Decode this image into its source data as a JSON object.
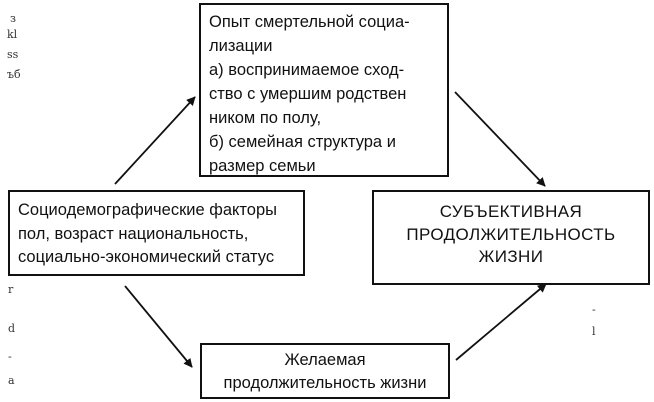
{
  "diagram": {
    "top_box": {
      "lines": [
        "Опыт смертельной социа-",
        "лизации",
        "а) воспринимаемое сход-",
        "ство с умершим родствен",
        "ником по полу,",
        "б) семейная структура и",
        "размер семьи"
      ]
    },
    "left_box": {
      "lines": [
        "Социодемографические факторы",
        "пол, возраст  национальность,",
        "социально-экономический статус"
      ]
    },
    "right_box": {
      "lines": [
        "СУБЪЕКТИВНАЯ",
        "ПРОДОЛЖИТЕЛЬНОСТЬ",
        "ЖИЗНИ"
      ]
    },
    "bottom_box": {
      "lines": [
        "Желаемая",
        "продолжительность жизни"
      ]
    },
    "margin_marks": [
      "з",
      "kl",
      "ss",
      "ъб",
      "r",
      "d",
      "-",
      "a",
      "-",
      "l"
    ],
    "colors": {
      "ink": "#111111",
      "paper": "#ffffff"
    }
  }
}
